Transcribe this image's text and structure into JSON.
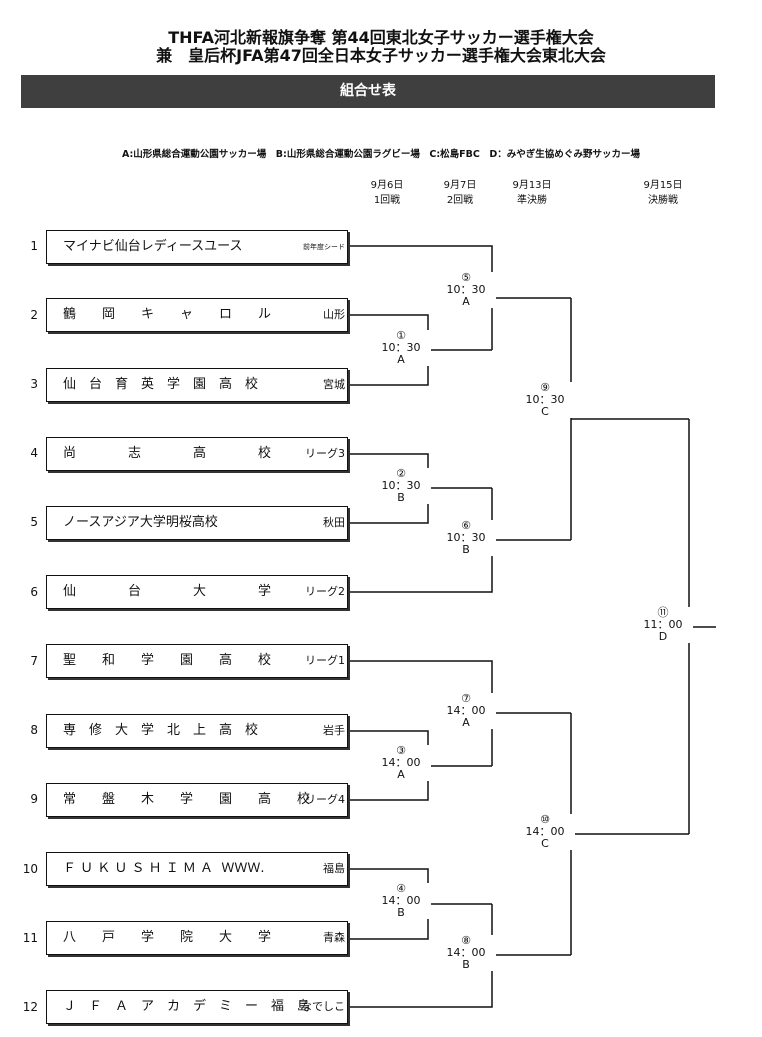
{
  "header": {
    "title_line1": "THFA河北新報旗争奪 第44回東北女子サッカー選手権大会",
    "title_line2": "兼　皇后杯JFA第47回全日本女子サッカー選手権大会東北大会",
    "banner": "組合せ表",
    "venues": "A:山形県総合運動公園サッカー場　B:山形県総合運動公園ラグビー場　C:松島FBC　D：みやぎ生協めぐみ野サッカー場"
  },
  "rounds": [
    {
      "date": "9月6日",
      "name": "1回戦"
    },
    {
      "date": "9月7日",
      "name": "2回戦"
    },
    {
      "date": "9月13日",
      "name": "準決勝"
    },
    {
      "date": "9月15日",
      "name": "決勝戦"
    }
  ],
  "teams": [
    {
      "seed": "1",
      "name": "マイナビ仙台レディースユース",
      "note": "前年度シード"
    },
    {
      "seed": "2",
      "name": "鶴　　岡　　キ　　ャ　　ロ　　ル",
      "note": "山形"
    },
    {
      "seed": "3",
      "name": "仙　台　育　英　学　園　高　校",
      "note": "宮城"
    },
    {
      "seed": "4",
      "name": "尚　　　　志　　　　高　　　　校",
      "note": "リーグ3"
    },
    {
      "seed": "5",
      "name": "ノースアジア大学明桜高校",
      "note": "秋田"
    },
    {
      "seed": "6",
      "name": "仙　　　　台　　　　大　　　　学",
      "note": "リーグ2"
    },
    {
      "seed": "7",
      "name": "聖　　和　　学　　園　　高　　校",
      "note": "リーグ1"
    },
    {
      "seed": "8",
      "name": "専　修　大　学　北　上　高　校",
      "note": "岩手"
    },
    {
      "seed": "9",
      "name": "常　　盤　　木　　学　　園　　高　　校",
      "note": "リーグ4"
    },
    {
      "seed": "10",
      "name": "Ｆ Ｕ Ｋ Ｕ Ｓ Ｈ Ｉ Ｍ Ａ  ＷＷＷ.",
      "note": "福島"
    },
    {
      "seed": "11",
      "name": "八　　戸　　学　　院　　大　　学",
      "note": "青森"
    },
    {
      "seed": "12",
      "name": "Ｊ　Ｆ　Ａ　ア　カ　デ　ミ　ー　福　島",
      "note": "なでしこ"
    }
  ],
  "matches": [
    {
      "num": "①",
      "time": "10：30",
      "venue": "A"
    },
    {
      "num": "②",
      "time": "10：30",
      "venue": "B"
    },
    {
      "num": "③",
      "time": "14：00",
      "venue": "A"
    },
    {
      "num": "④",
      "time": "14：00",
      "venue": "B"
    },
    {
      "num": "⑤",
      "time": "10：30",
      "venue": "A"
    },
    {
      "num": "⑥",
      "time": "10：30",
      "venue": "B"
    },
    {
      "num": "⑦",
      "time": "14：00",
      "venue": "A"
    },
    {
      "num": "⑧",
      "time": "14：00",
      "venue": "B"
    },
    {
      "num": "⑨",
      "time": "10：30",
      "venue": "C"
    },
    {
      "num": "⑩",
      "time": "14：00",
      "venue": "C"
    },
    {
      "num": "⑪",
      "time": "11：00",
      "venue": "D"
    }
  ]
}
